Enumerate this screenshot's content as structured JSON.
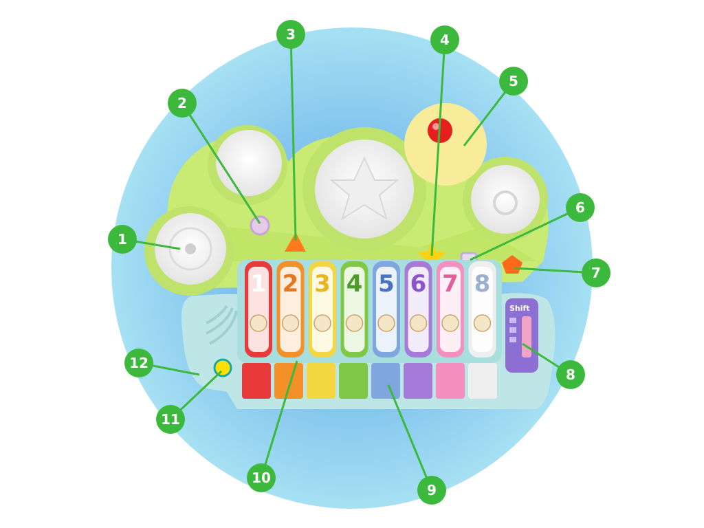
{
  "callouts": [
    {
      "id": "drum-left",
      "label": "1"
    },
    {
      "id": "button-purple",
      "label": "2"
    },
    {
      "id": "button-triangle",
      "label": "3"
    },
    {
      "id": "button-star",
      "label": "4"
    },
    {
      "id": "light-dome",
      "label": "5"
    },
    {
      "id": "button-square",
      "label": "6"
    },
    {
      "id": "button-pentagon",
      "label": "7"
    },
    {
      "id": "shift-slider",
      "label": "8"
    },
    {
      "id": "piano-keys",
      "label": "9"
    },
    {
      "id": "xylophone-bars",
      "label": "10"
    },
    {
      "id": "power-button",
      "label": "11"
    },
    {
      "id": "speaker-body",
      "label": "12"
    }
  ],
  "xylophone": {
    "bars": [
      {
        "number": "1",
        "color": "#e83a3a",
        "numColor": "#ffffff"
      },
      {
        "number": "2",
        "color": "#f39028",
        "numColor": "#e8751a"
      },
      {
        "number": "3",
        "color": "#f4d640",
        "numColor": "#e8b41a"
      },
      {
        "number": "4",
        "color": "#7fc846",
        "numColor": "#4f9a2a"
      },
      {
        "number": "5",
        "color": "#7fa6de",
        "numColor": "#4a73c0"
      },
      {
        "number": "6",
        "color": "#a67ad8",
        "numColor": "#8a55c8"
      },
      {
        "number": "7",
        "color": "#f48fbf",
        "numColor": "#e45c98"
      },
      {
        "number": "8",
        "color": "#eeeeee",
        "numColor": "#9bb0d0"
      }
    ]
  },
  "shift_label": "Shift",
  "colors": {
    "background_circle": "#8ed4ef",
    "body_green": "#c5e86a",
    "callout_green": "#3cb83c",
    "keyboard_body": "#bfe6e6"
  }
}
